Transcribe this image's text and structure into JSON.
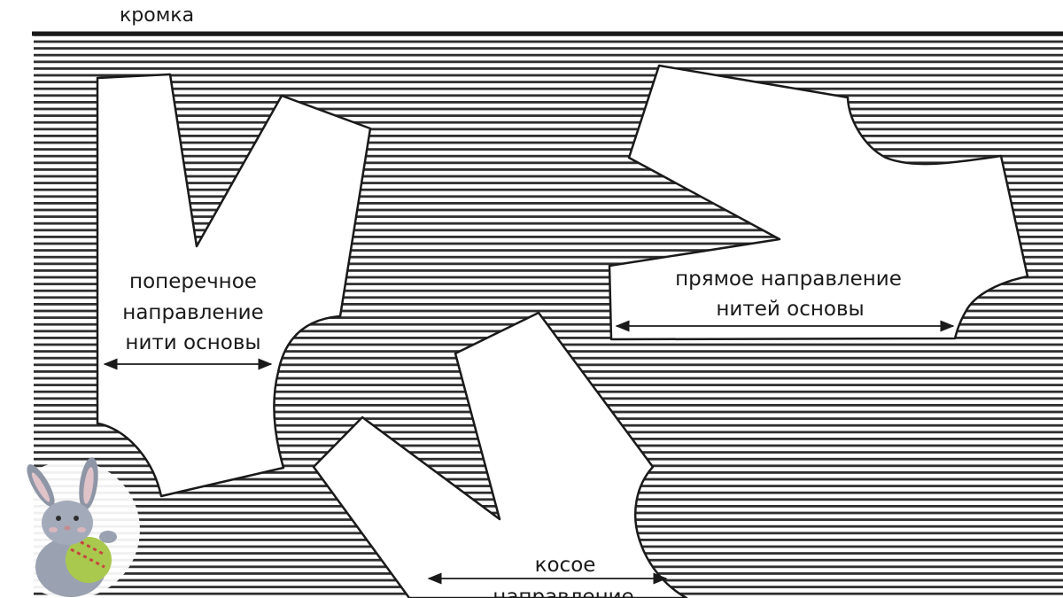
{
  "diagram": {
    "edge_label": "кромка",
    "pieces": {
      "left": {
        "label_lines": [
          "поперечное",
          "направление",
          "нити основы"
        ]
      },
      "right": {
        "label_lines": [
          "прямое направление",
          "нитей основы"
        ]
      },
      "bottom": {
        "label_lines": [
          "косое",
          "направление"
        ]
      }
    }
  },
  "colors": {
    "ink": "#1a1a1a",
    "stripe": "#2e2e2e",
    "background": "#ffffff",
    "piece_fill": "#ffffff"
  },
  "logo": {
    "icon": "bunny-icon"
  }
}
